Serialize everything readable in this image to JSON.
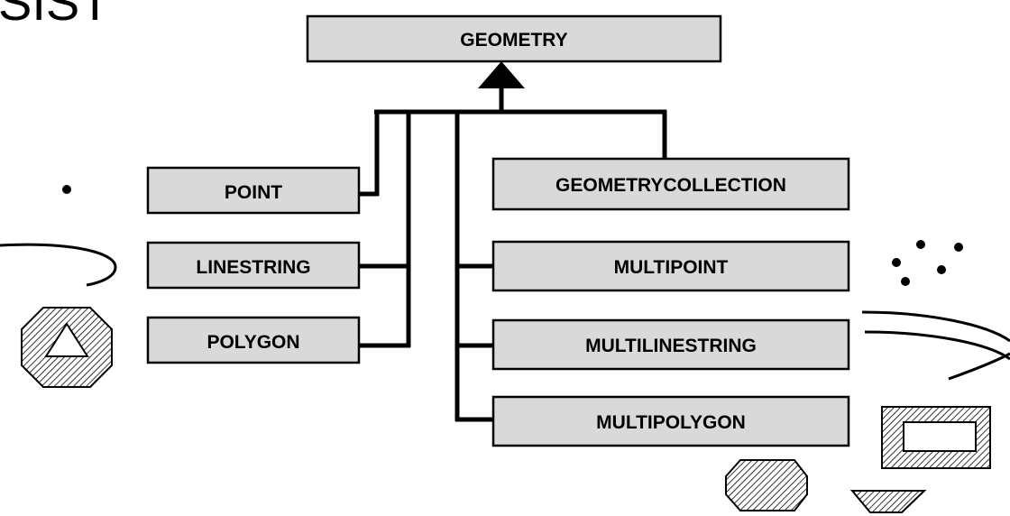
{
  "diagram": {
    "corner_text": "SIST",
    "root": {
      "label": "GEOMETRY"
    },
    "children": [
      {
        "label": "POINT"
      },
      {
        "label": "LINESTRING"
      },
      {
        "label": "POLYGON"
      },
      {
        "label": "GEOMETRYCOLLECTION"
      },
      {
        "label": "MULTIPOINT"
      },
      {
        "label": "MULTILINESTRING"
      },
      {
        "label": "MULTIPOLYGON"
      }
    ]
  },
  "colors": {
    "box_fill": "#d9d9d9",
    "stroke": "#000000",
    "background": "#ffffff"
  }
}
